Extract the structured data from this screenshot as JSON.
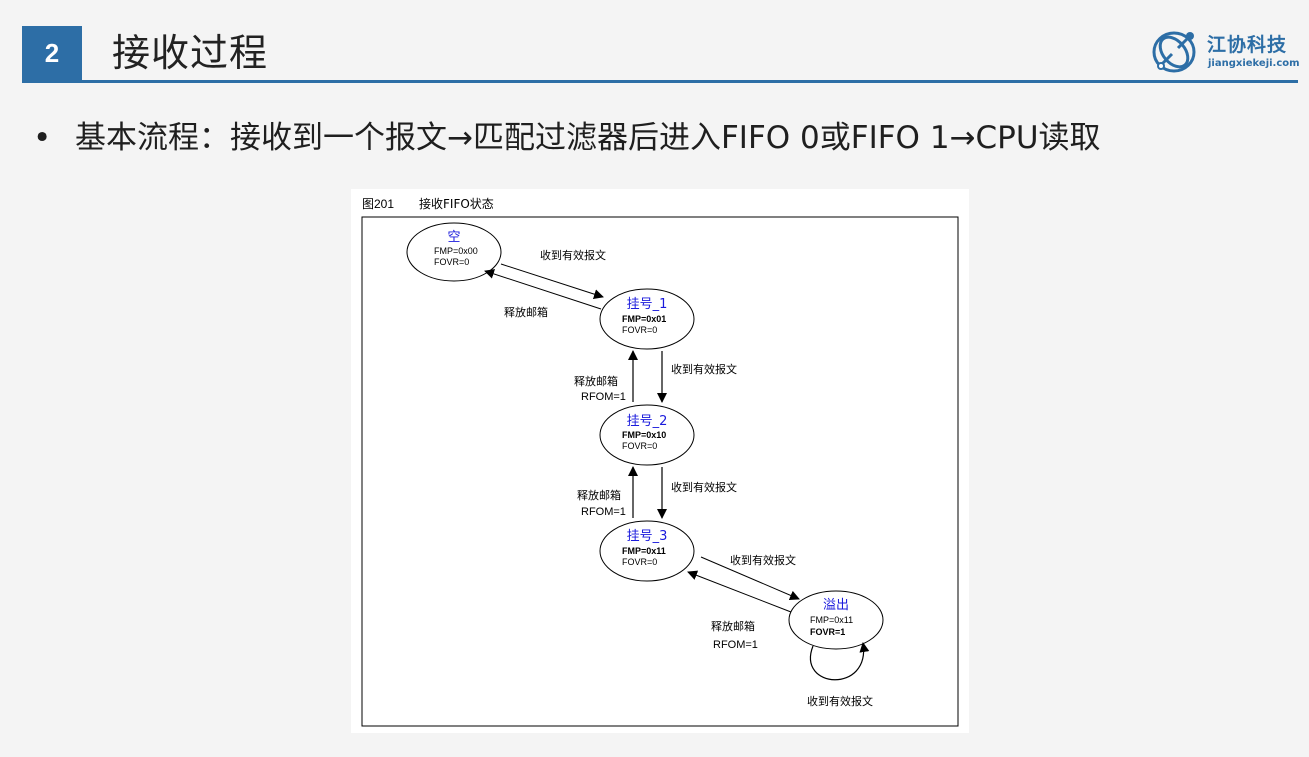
{
  "header": {
    "section_number": "2",
    "title": "接收过程",
    "logo": {
      "name": "江协科技",
      "url": "jiangxiekeji.com"
    }
  },
  "bullet": {
    "text": "基本流程：接收到一个报文→匹配过滤器后进入FIFO 0或FIFO 1→CPU读取"
  },
  "figure": {
    "caption_number": "图201",
    "caption_text": "接收FIFO状态",
    "states": [
      {
        "name": "空",
        "fmp": "FMP=0x00",
        "fovr": "FOVR=0"
      },
      {
        "name": "挂号_1",
        "fmp": "FMP=0x01",
        "fovr": "FOVR=0"
      },
      {
        "name": "挂号_2",
        "fmp": "FMP=0x10",
        "fovr": "FOVR=0"
      },
      {
        "name": "挂号_3",
        "fmp": "FMP=0x11",
        "fovr": "FOVR=0"
      },
      {
        "name": "溢出",
        "fmp": "FMP=0x11",
        "fovr": "FOVR=1"
      }
    ],
    "transitions": {
      "receive": "收到有效报文",
      "release": "释放邮箱",
      "rfom": "RFOM=1"
    }
  },
  "colors": {
    "accent": "#2d6ea6",
    "state_name": "#1a1adc",
    "line": "#000000"
  }
}
